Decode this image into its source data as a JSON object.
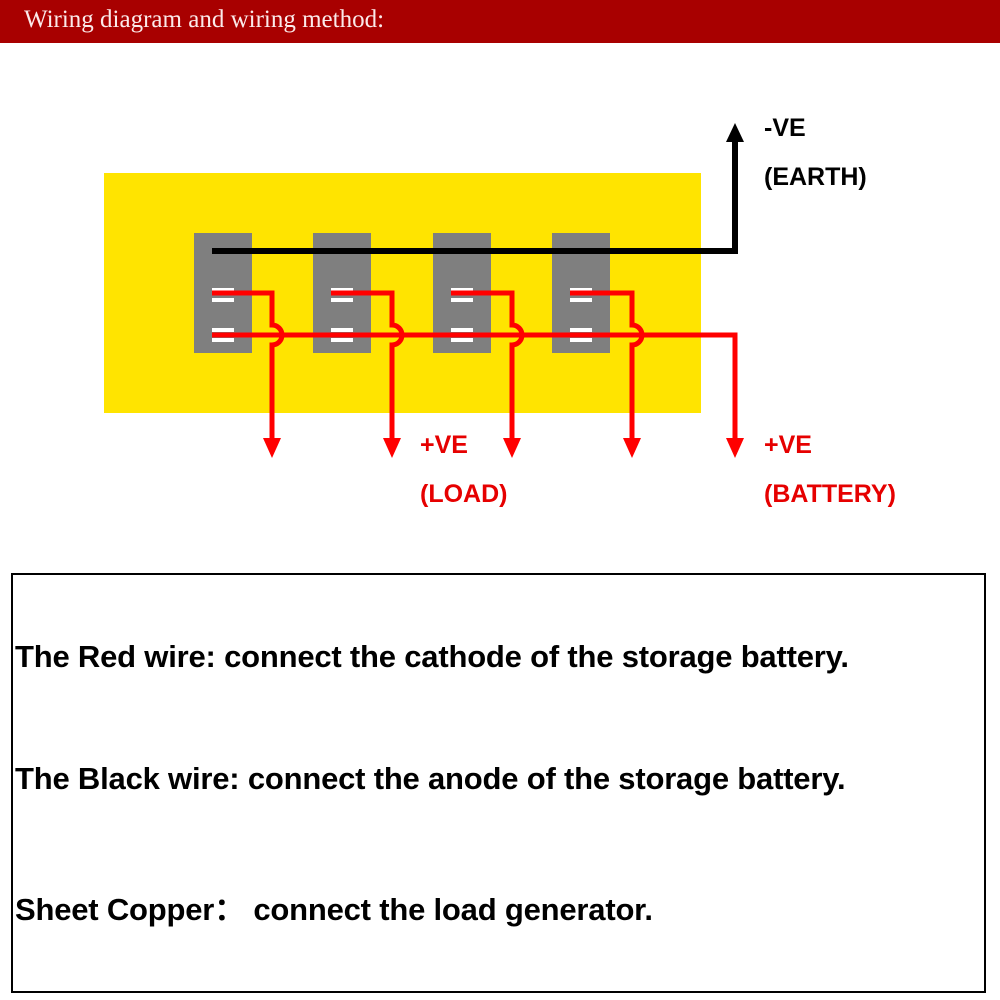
{
  "header": {
    "title": "Wiring diagram and wiring method:",
    "background_color": "#a80000"
  },
  "diagram": {
    "board_color": "#ffe400",
    "terminal_block_color": "#7f7f7f",
    "terminal_block_count": 4,
    "wire_colors": {
      "negative": "#000000",
      "positive": "#ff0000"
    },
    "labels": {
      "negative_terminal": "-VE",
      "negative_terminal_desc": "(EARTH)",
      "load_terminal": "+VE",
      "load_terminal_desc": "(LOAD)",
      "battery_terminal": "+VE",
      "battery_terminal_desc": "(BATTERY)"
    }
  },
  "notes": [
    "The Red wire: connect the cathode of the storage battery.",
    "The Black wire: connect the anode of the storage battery.",
    "Sheet Copper： connect the load generator."
  ]
}
